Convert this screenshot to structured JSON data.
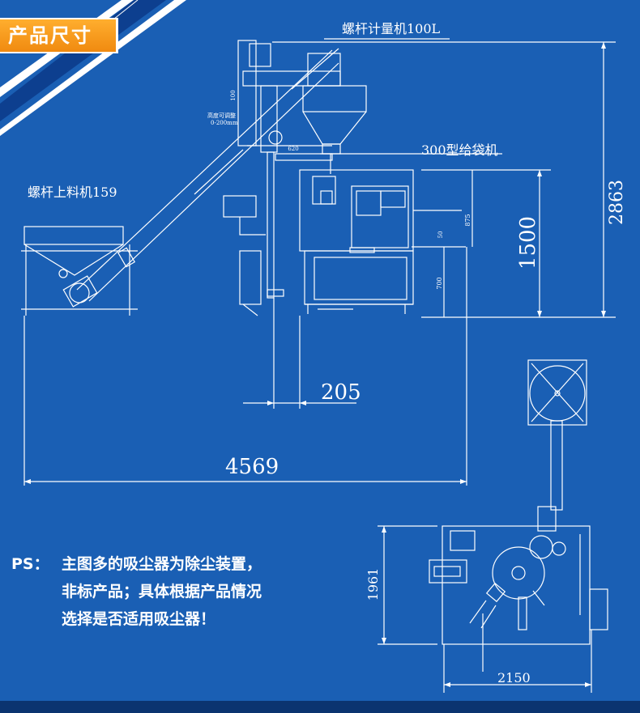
{
  "header": {
    "title": "产品尺寸"
  },
  "labels": {
    "screw_metering": "螺杆计量机100L",
    "screw_feeder": "螺杆上料机159",
    "bag_machine": "300型给袋机",
    "height_adjust": "高度可调整",
    "height_range": "0-200mm"
  },
  "dimensions": {
    "total_height": "2863",
    "machine_height": "1500",
    "offset": "205",
    "total_length": "4569",
    "plan_depth": "1961",
    "plan_width": "2150",
    "small_100": "100",
    "small_620": "620",
    "small_875": "875",
    "small_50": "50",
    "small_700": "700"
  },
  "note": {
    "prefix": "PS：",
    "line1": "主图多的吸尘器为除尘装置，",
    "line2": "非标产品；具体根据产品情况",
    "line3": "选择是否适用吸尘器！"
  },
  "colors": {
    "background": "#1a5fb4",
    "line": "#ffffff",
    "badge": "#f5961e",
    "stripe": "#0d3f8f"
  }
}
